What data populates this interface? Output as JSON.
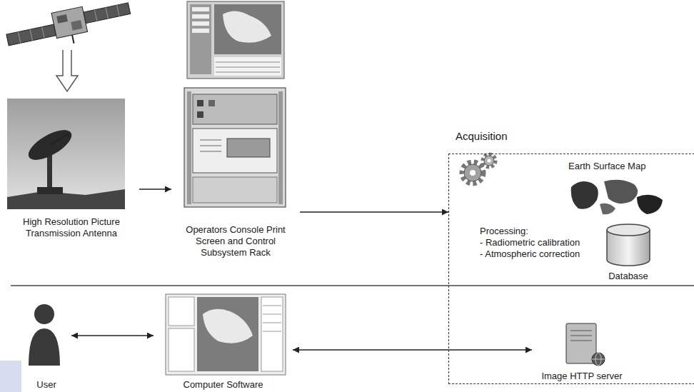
{
  "diagram": {
    "nodes": [
      {
        "text": [
          "Acquisition"
        ]
      },
      {
        "text": [
          "High Resolution Picture Transmission Antenna"
        ]
      },
      {
        "text": [
          "Operators Console Print Screen and Control Subsystem Rack"
        ]
      },
      {
        "text": [
          "Processing:",
          "- Radiometric calibration",
          "- Atmospheric correction"
        ],
        "in": 0
      },
      {
        "text": [
          "Earth Surface Map"
        ],
        "in": 0
      },
      {
        "text": [
          "Database"
        ],
        "in": 0
      },
      {
        "text": [
          "Image HTTP server"
        ],
        "in": 0
      },
      {
        "text": [
          "Computer Software"
        ]
      },
      {
        "text": [
          "User"
        ]
      }
    ],
    "edges": [
      {
        "from": 1,
        "to": 2,
        "arrow": "to"
      },
      {
        "from": 2,
        "to": 0,
        "arrow": "to"
      },
      {
        "from": 8,
        "to": 7,
        "arrow": "both"
      },
      {
        "from": 7,
        "to": 6,
        "arrow": "both"
      }
    ]
  }
}
